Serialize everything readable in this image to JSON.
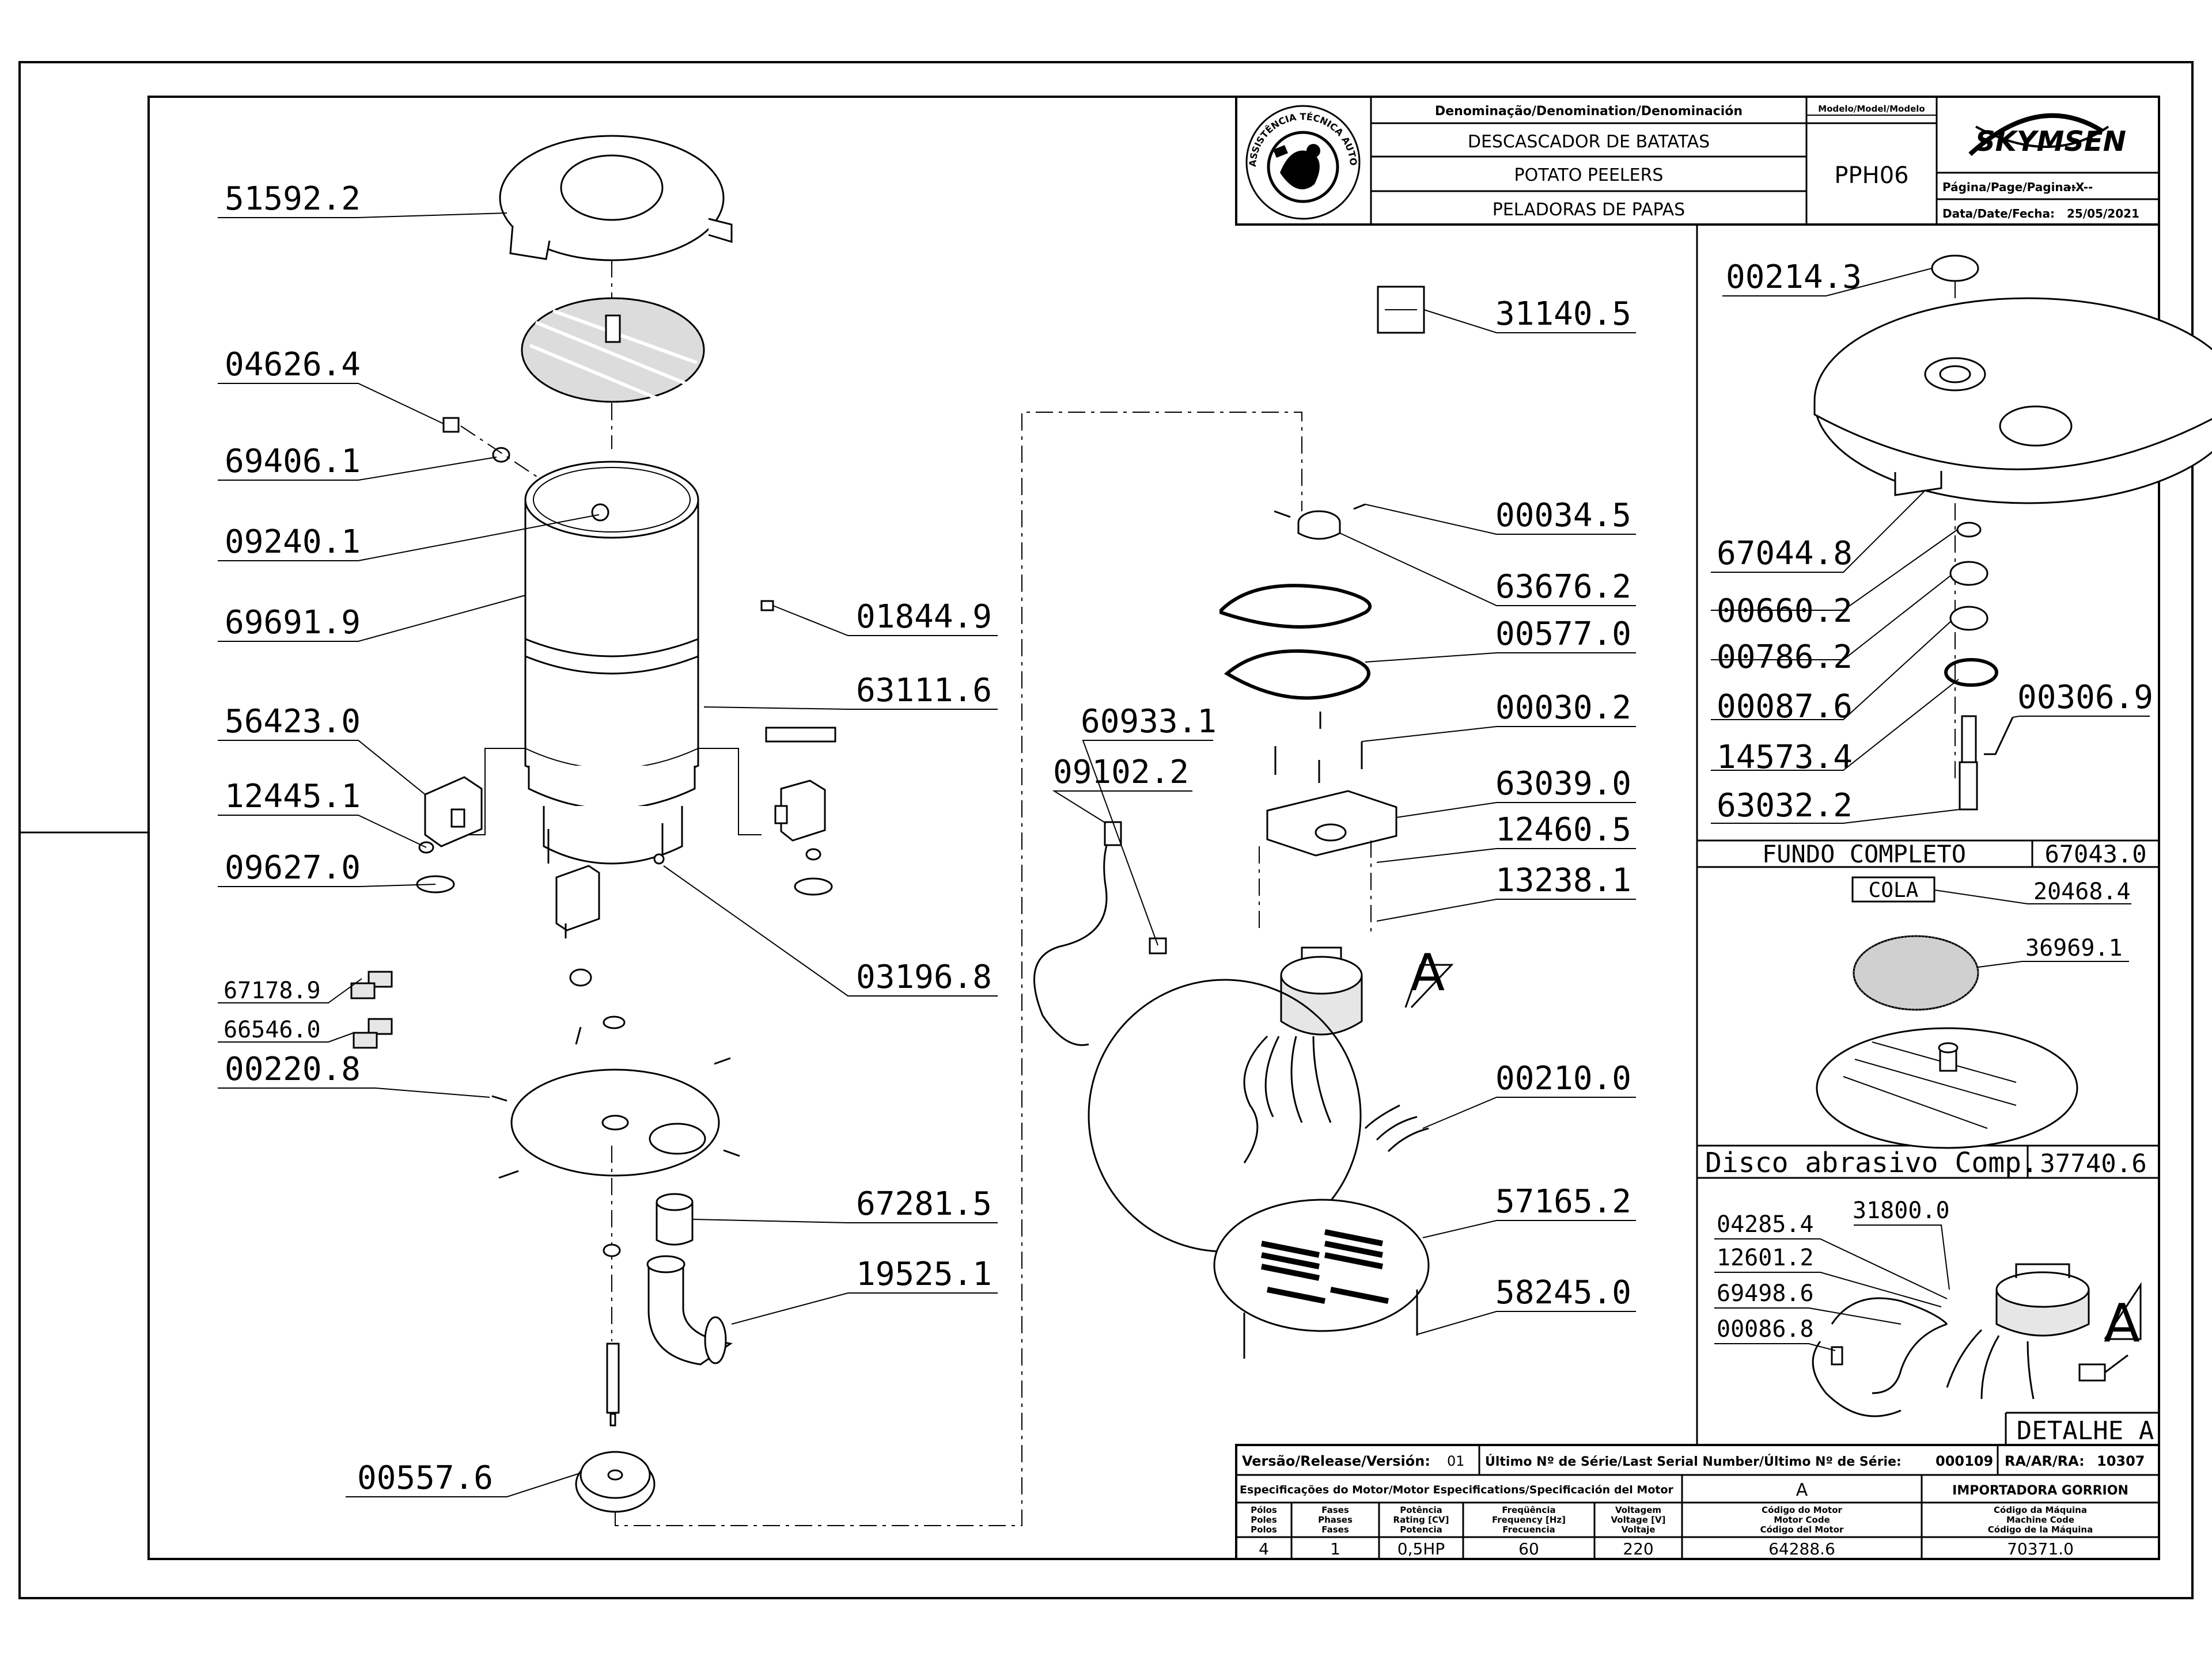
{
  "title_block": {
    "denomination_header": "Denominação/Denomination/Denominación",
    "model_header": "Modelo/Model/Modelo",
    "name_pt": "DESCASCADOR DE BATATAS",
    "name_en": "POTATO PEELERS",
    "name_es": "PELADORAS DE PAPAS",
    "model": "PPH06",
    "brand": "SKYMSEN",
    "page_label": "Página/Page/Pagina:",
    "page_value": "--X--",
    "date_label": "Data/Date/Fecha:",
    "date_value": "25/05/2021",
    "seal_text": "ASSISTÊNCIA TÉCNICA AUTORIZADA"
  },
  "parts_main": [
    "51592.2",
    "04626.4",
    "69406.1",
    "09240.1",
    "69691.9",
    "56423.0",
    "12445.1",
    "09627.0",
    "67178.9",
    "66546.0",
    "00220.8",
    "00557.6",
    "67281.5",
    "19525.1",
    "03196.8",
    "63111.6",
    "01844.9",
    "60933.1",
    "09102.2",
    "31140.5",
    "00034.5",
    "63676.2",
    "00577.0",
    "00030.2",
    "63039.0",
    "12460.5",
    "13238.1",
    "00210.0",
    "57165.2",
    "58245.0"
  ],
  "motor_callout": "A",
  "detail_panel": {
    "parts": [
      "00214.3",
      "67044.8",
      "00660.2",
      "00786.2",
      "00087.6",
      "14573.4",
      "00306.9",
      "63032.2"
    ],
    "fundo_label": "FUNDO COMPLETO",
    "fundo_code": "67043.0",
    "cola_label": "COLA",
    "cola_code": "20468.4",
    "screen_code": "36969.1",
    "disco_label": "Disco abrasivo Comp.",
    "disco_code": "37740.6",
    "detail_parts": [
      "04285.4",
      "31800.0",
      "12601.2",
      "69498.6",
      "00086.8"
    ],
    "detail_letter": "A",
    "detail_label": "DETALHE A"
  },
  "spec_table": {
    "release_label": "Versão/Release/Versión:",
    "release_value": "01",
    "serial_label": "Último Nº de Série/Last Serial Number/Último Nº de Série:",
    "serial_value": "000109",
    "ra_label": "RA/AR/RA:",
    "ra_value": "10307",
    "motor_spec_label": "Especificações do Motor/Motor Especifications/Specificación del Motor",
    "motor_letter": "A",
    "company": "IMPORTADORA GORRION",
    "col_headers": [
      [
        "Pólos",
        "Poles",
        "Polos"
      ],
      [
        "Fases",
        "Phases",
        "Fases"
      ],
      [
        "Potência",
        "Rating [CV]",
        "Potencia"
      ],
      [
        "Freqüência",
        "Frequency [Hz]",
        "Frecuencia"
      ],
      [
        "Voltagem",
        "Voltage [V]",
        "Voltaje"
      ],
      [
        "Código do Motor",
        "Motor Code",
        "Código del Motor"
      ],
      [
        "Código da Máquina",
        "Machine Code",
        "Código de la Máquina"
      ]
    ],
    "values": [
      "4",
      "1",
      "0,5HP",
      "60",
      "220",
      "64288.6",
      "70371.0"
    ]
  }
}
